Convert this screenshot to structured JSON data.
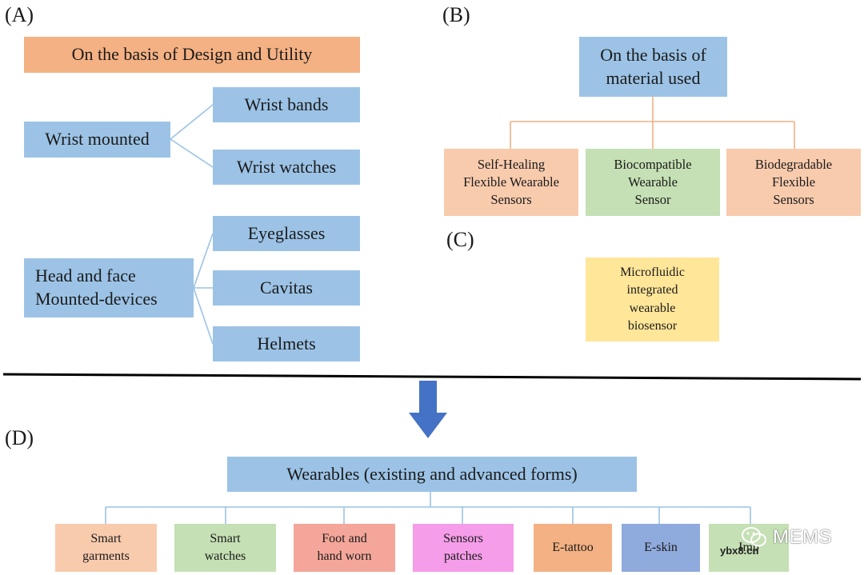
{
  "panels": {
    "a": "(A)",
    "b": "(B)",
    "c": "(C)",
    "d": "(D)"
  },
  "panel_a": {
    "header": "On the basis of Design and Utility",
    "wrist_group": "Wrist mounted",
    "wrist_items": [
      "Wrist bands",
      "Wrist watches"
    ],
    "head_group": "Head and face\nMounted-devices",
    "head_items": [
      "Eyeglasses",
      "Cavitas",
      "Helmets"
    ]
  },
  "panel_b": {
    "header": "On the basis of\nmaterial used",
    "items": [
      "Self-Healing\nFlexible  Wearable\nSensors",
      "Biocompatible\nWearable\nSensor",
      "Biodegradable\nFlexible\nSensors"
    ]
  },
  "panel_c": {
    "item": "Microfluidic\nintegrated\nwearable\nbiosensor"
  },
  "panel_d": {
    "header": "Wearables (existing and advanced forms)",
    "items": [
      "Smart\ngarments",
      "Smart\nwatches",
      "Foot and\nhand worn",
      "Sensors\npatches",
      "E-tattoo",
      "E-skin",
      "Imp"
    ]
  },
  "watermark": {
    "brand": "MEMS",
    "site": "ybx8.cn"
  },
  "colors": {
    "box_blue": "#9cc3e6",
    "header_orange": "#f4b183",
    "peach": "#f8cbad",
    "green": "#c5e0b4",
    "yellow": "#ffe699",
    "salmon": "#f4a69a",
    "pink": "#f59de8",
    "eskin_blue": "#8faadc",
    "arrow_blue": "#4472c4"
  }
}
